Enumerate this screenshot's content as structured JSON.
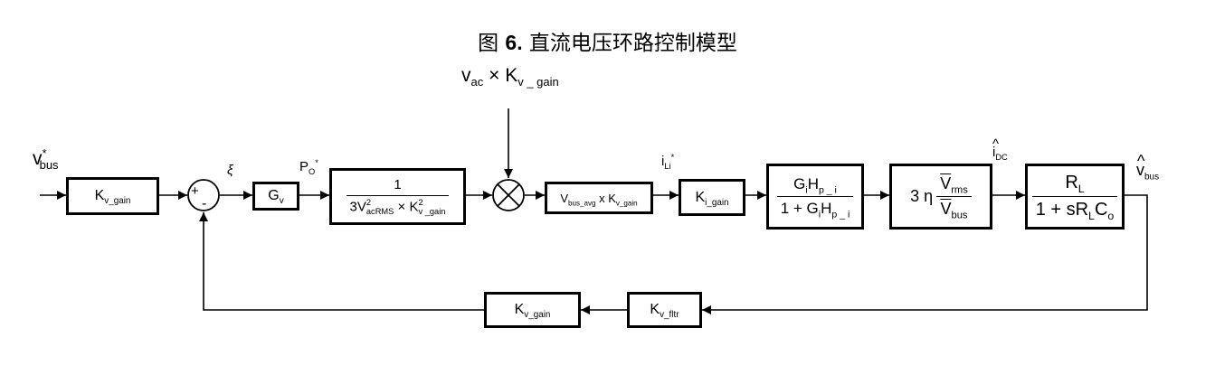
{
  "figure": {
    "title_prefix": "图 ",
    "title_number": "6.",
    "title_text": " 直流电压环路控制模型"
  },
  "signals": {
    "vbus_ref": {
      "base": "v",
      "sup": "*",
      "sub": "bus"
    },
    "vac_gain": {
      "base": "v",
      "sub": "ac",
      "op": " × ",
      "k": "K",
      "ksub": "v _ gain"
    },
    "xi": "ξ",
    "po_ref": {
      "base": "P",
      "sub": "O",
      "sup": "*"
    },
    "ili_ref": {
      "base": "i",
      "sub": "Li",
      "sup": "*"
    },
    "idc_hat": {
      "base": "i",
      "sub": "DC",
      "hat": "^"
    },
    "vbus_hat": {
      "base": "v",
      "sub": "bus",
      "hat": "^"
    }
  },
  "summing_junction": {
    "plus": "+",
    "minus": "-"
  },
  "multiplier_symbol": "×",
  "blocks": {
    "kv_gain": {
      "k": "K",
      "sub": "v_gain"
    },
    "gv": {
      "k": "G",
      "sub": "v"
    },
    "scale": {
      "num": "1",
      "pre": "3V",
      "vsup": "2",
      "vsub": "acRMS",
      "op": " × ",
      "k": "K",
      "ksup": "2",
      "ksub": "v _gain"
    },
    "vbus_avg": {
      "v": "V",
      "vsub": "bus_avg",
      "op": " x ",
      "k": "K",
      "ksub": "v_gain"
    },
    "ki_gain": {
      "k": "K",
      "sub": "i_gain"
    },
    "current_loop": {
      "num_g": "G",
      "num_gsub": "i",
      "num_h": "H",
      "num_hsub": "p _ i",
      "den_pre": "1 + G",
      "den_gsub": "i",
      "den_h": "H",
      "den_hsub": "p _ i"
    },
    "power_stage": {
      "pre": "3 η ",
      "num_v": "V",
      "num_sub": "rms",
      "den_v": "V",
      "den_sub": "bus"
    },
    "load": {
      "num_r": "R",
      "num_sub": "L",
      "den_pre": "1 + sR",
      "den_sub": "L",
      "den_c": "C",
      "den_csub": "o"
    },
    "kv_fltr": {
      "k": "K",
      "sub": "v_fltr"
    },
    "kv_gain_fb": {
      "k": "K",
      "sub": "v_gain"
    }
  }
}
